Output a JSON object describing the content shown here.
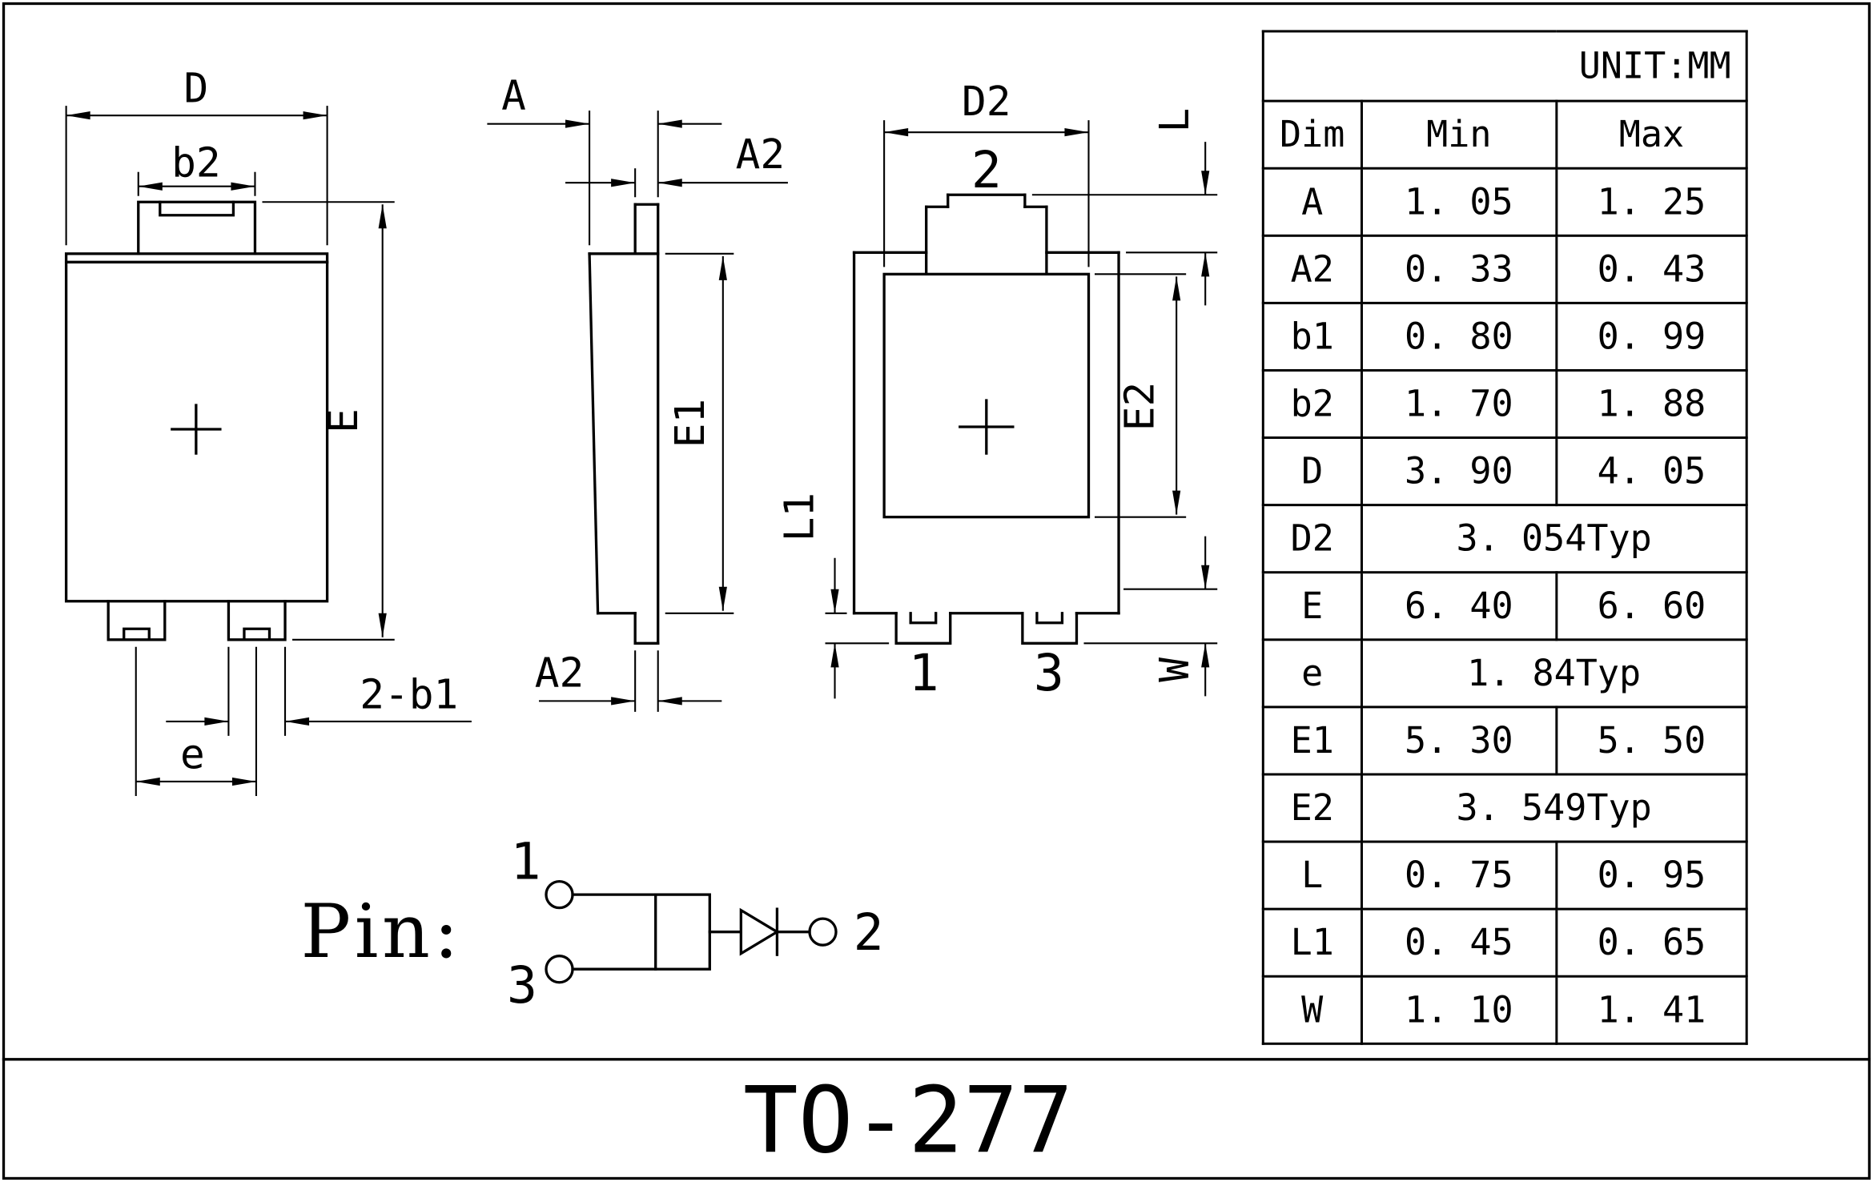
{
  "title": "TO-277",
  "unit_label": "UNIT:MM",
  "table": {
    "headers": {
      "dim": "Dim",
      "min": "Min",
      "max": "Max"
    },
    "rows": [
      {
        "dim": "A",
        "min": "1. 05",
        "max": "1. 25"
      },
      {
        "dim": "A2",
        "min": "0. 33",
        "max": "0. 43"
      },
      {
        "dim": "b1",
        "min": "0. 80",
        "max": "0. 99"
      },
      {
        "dim": "b2",
        "min": "1. 70",
        "max": "1. 88"
      },
      {
        "dim": "D",
        "min": "3. 90",
        "max": "4. 05"
      },
      {
        "dim": "D2",
        "typ": "3. 054Typ"
      },
      {
        "dim": "E",
        "min": "6. 40",
        "max": "6. 60"
      },
      {
        "dim": "e",
        "typ": "1. 84Typ"
      },
      {
        "dim": "E1",
        "min": "5. 30",
        "max": "5. 50"
      },
      {
        "dim": "E2",
        "typ": "3. 549Typ"
      },
      {
        "dim": "L",
        "min": "0. 75",
        "max": "0. 95"
      },
      {
        "dim": "L1",
        "min": "0. 45",
        "max": "0. 65"
      },
      {
        "dim": "W",
        "min": "1. 10",
        "max": "1. 41"
      }
    ]
  },
  "front_view": {
    "d": "D",
    "b2": "b2",
    "e_height": "E",
    "two_b1": "2-b1",
    "e_pitch": "e"
  },
  "side_view": {
    "a": "A",
    "a2_top": "A2",
    "e1": "E1",
    "a2_bottom": "A2"
  },
  "bottom_view": {
    "d2": "D2",
    "pin2": "2",
    "l": "L",
    "e2": "E2",
    "l1": "L1",
    "pin1": "1",
    "pin3": "3",
    "w": "W"
  },
  "pin_diagram": {
    "label": "Pin:",
    "pin1": "1",
    "pin3": "3",
    "pin2": "2"
  },
  "colors": {
    "line": "#000000",
    "background": "#ffffff"
  }
}
